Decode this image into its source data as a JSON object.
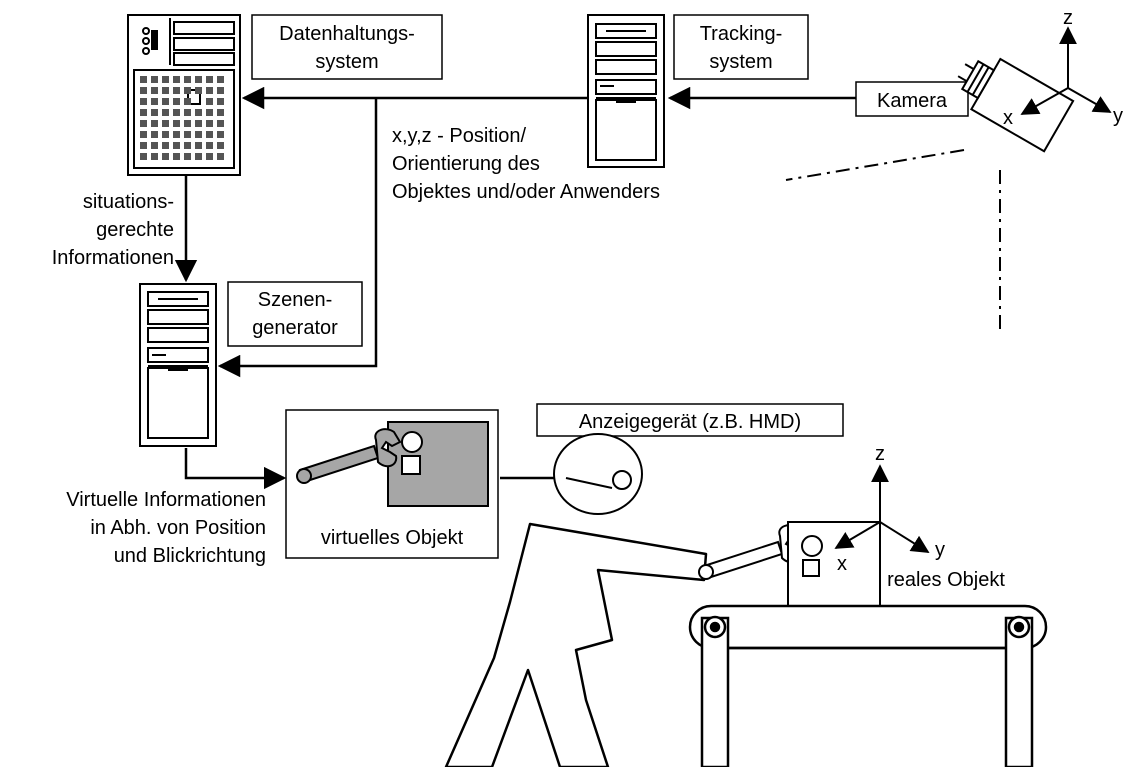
{
  "labels": {
    "datenhaltung_1": "Datenhaltungs-",
    "datenhaltung_2": "system",
    "tracking_1": "Tracking-",
    "tracking_2": "system",
    "kamera": "Kamera",
    "position_1": "x,y,z - Position/",
    "position_2": "Orientierung des",
    "position_3": "Objektes und/oder Anwenders",
    "situation_1": "situations-",
    "situation_2": "gerechte",
    "situation_3": "Informationen",
    "szenen_1": "Szenen-",
    "szenen_2": "generator",
    "anzeige": "Anzeigegerät (z.B. HMD)",
    "virtinfo_1": "Virtuelle Informationen",
    "virtinfo_2": "in Abh. von Position",
    "virtinfo_3": "und Blickrichtung",
    "virtuelles": "virtuelles Objekt",
    "reales": "reales Objekt"
  },
  "axes": {
    "camera": {
      "z": "z",
      "x": "x",
      "y": "y"
    },
    "object": {
      "z": "z",
      "x": "x",
      "y": "y"
    }
  },
  "colors": {
    "line": "#000000",
    "fill_gray": "#a6a6a6",
    "background": "#ffffff"
  }
}
